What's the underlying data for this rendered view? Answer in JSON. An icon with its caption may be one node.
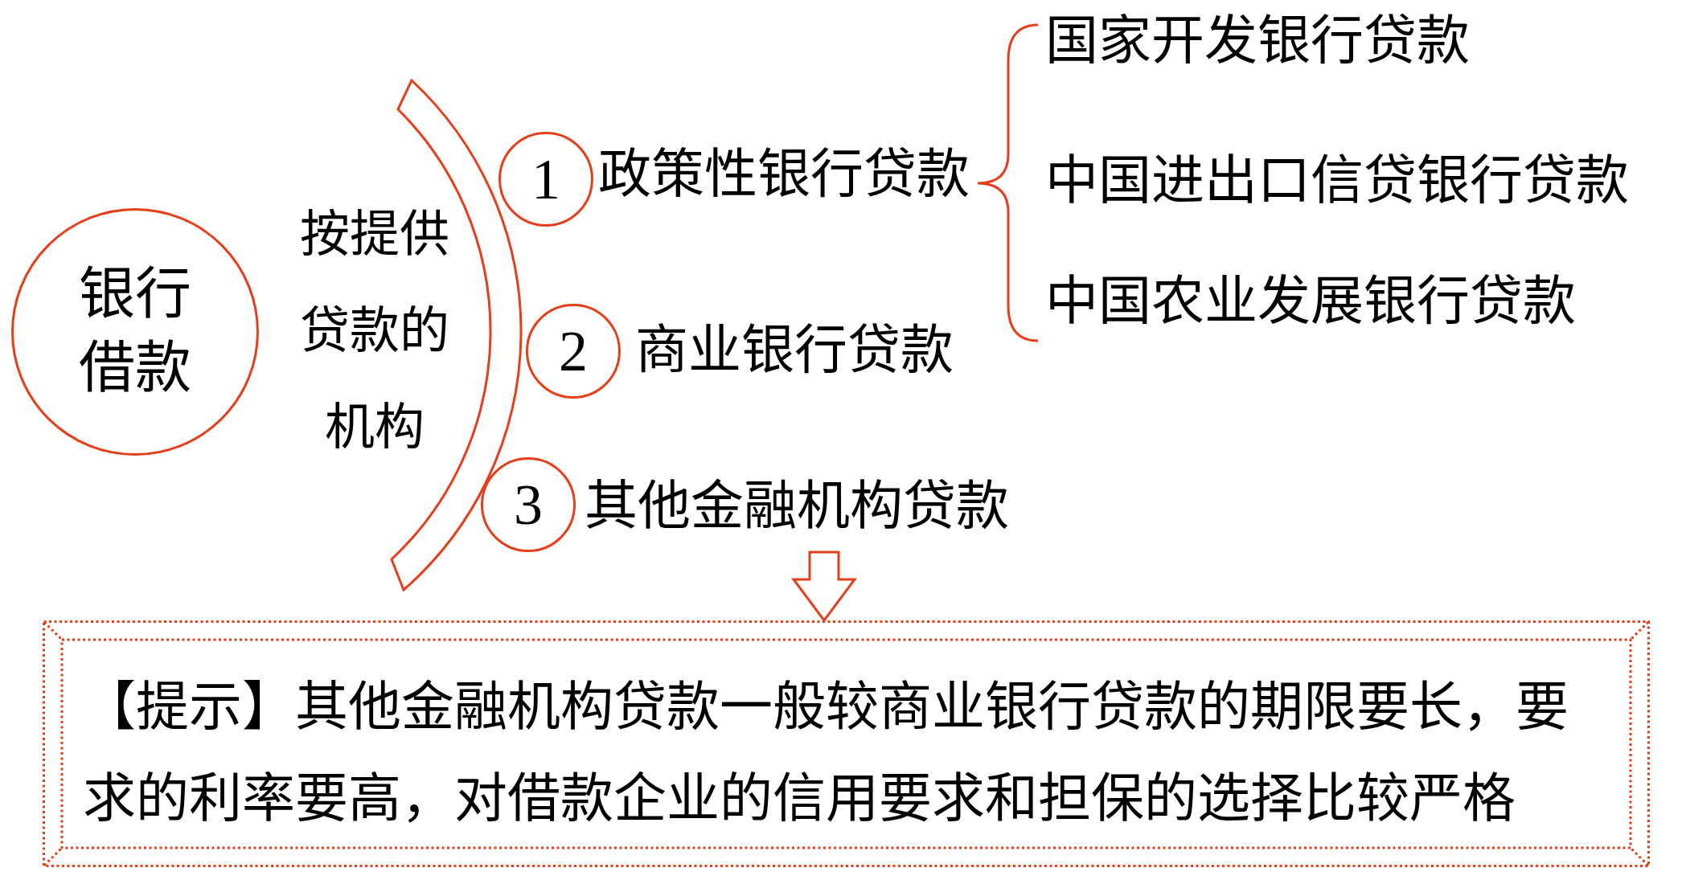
{
  "diagram": {
    "nodes": [
      {
        "text": [
          "银行借款"
        ]
      },
      {
        "text": [],
        "shape": "arc"
      },
      {
        "text": [
          "1"
        ],
        "beside": [
          "政策性银行贷款"
        ]
      },
      {
        "text": [
          "2"
        ],
        "beside": [
          "商业银行贷款"
        ]
      },
      {
        "text": [
          "3"
        ],
        "beside": [
          "其他金融机构贷款"
        ]
      },
      {
        "text": [
          "【提示】其他金融机构贷款一般较商业银行贷款的期限要长，要求的利率要高，对借款企业的信用要求和担保的选择比较严格"
        ]
      }
    ],
    "edges": [
      {
        "from": 4,
        "to": 5,
        "arrow": "to"
      }
    ],
    "labels": [
      "按提供贷款的机构",
      "国家开发银行贷款",
      "中国进出口信贷银行贷款",
      "中国农业发展银行贷款"
    ]
  }
}
